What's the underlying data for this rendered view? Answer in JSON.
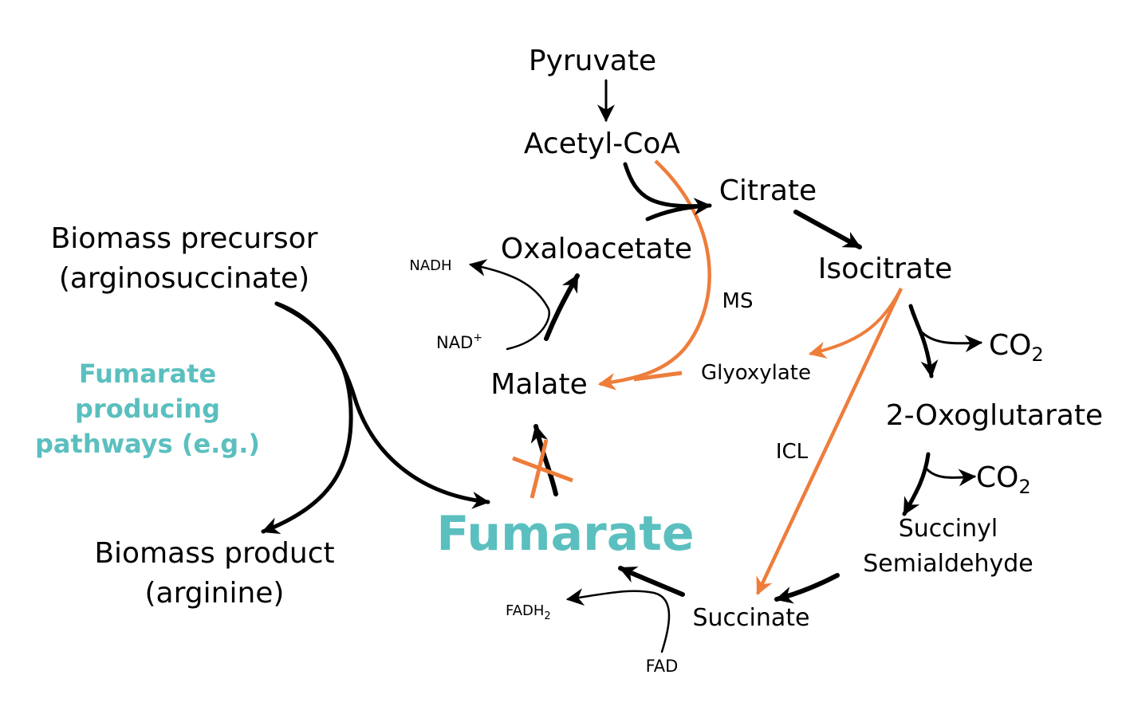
{
  "compounds": {
    "pyruvate": "Pyruvate",
    "acetyl_coa": "Acetyl-CoA",
    "citrate": "Citrate",
    "isocitrate": "Isocitrate",
    "oxaloacetate": "Oxaloacetate",
    "malate": "Malate",
    "glyoxylate": "Glyoxylate",
    "oxoglutarate": "2-Oxoglutarate",
    "succinyl": "Succinyl",
    "semialdehyde": "Semialdehyde",
    "succinate": "Succinate",
    "fumarate": "Fumarate",
    "co2_a": "CO",
    "co2_a_sub": "2",
    "co2_b": "CO",
    "co2_b_sub": "2"
  },
  "cofactors": {
    "nadh": "NADH",
    "nad": "NAD",
    "nad_sup": "+",
    "fadh": "FADH",
    "fadh_sub": "2",
    "fad": "FAD"
  },
  "enzymes": {
    "ms": "MS",
    "icl": "ICL"
  },
  "biomass": {
    "precursor_line1": "Biomass precursor",
    "precursor_line2": "(arginosuccinate)",
    "product_line1": "Biomass product",
    "product_line2": "(arginine)"
  },
  "pathway_label": {
    "line1": "Fumarate",
    "line2": "producing",
    "line3": "pathways (e.g.)"
  },
  "colors": {
    "glyoxylate_shunt": "#ee7d3b",
    "fumarate_highlight": "#5bbfbf",
    "standard_arrow": "#000000"
  }
}
